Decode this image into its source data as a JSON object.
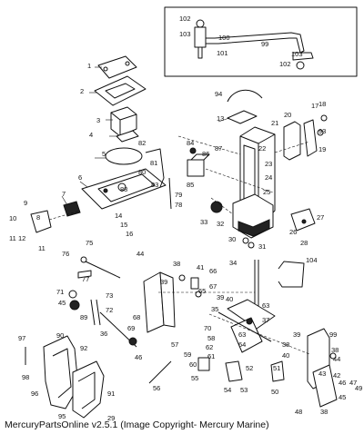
{
  "footer": "MercuryPartsOnline v2.5.1 (Image Copyright- Mercury Marine)",
  "labels": [
    "102",
    "103",
    "100",
    "99",
    "101",
    "103",
    "102",
    "1",
    "2",
    "94",
    "18",
    "17",
    "20",
    "21",
    "3",
    "13",
    "4",
    "93",
    "82",
    "81",
    "80",
    "85",
    "87",
    "84",
    "86",
    "19",
    "22",
    "5",
    "23",
    "24",
    "79",
    "78",
    "6",
    "7",
    "9",
    "8",
    "10",
    "11",
    "12",
    "14",
    "15",
    "16",
    "11",
    "88",
    "83",
    "25",
    "33",
    "32",
    "27",
    "26",
    "28",
    "30",
    "31",
    "75",
    "76",
    "77",
    "34",
    "104",
    "44",
    "38",
    "39",
    "41",
    "65",
    "66",
    "71",
    "45",
    "73",
    "72",
    "89",
    "68",
    "69",
    "67",
    "39",
    "40",
    "63",
    "35",
    "37",
    "36",
    "70",
    "58",
    "64",
    "62",
    "61",
    "63",
    "97",
    "90",
    "92",
    "98",
    "46",
    "96",
    "91",
    "95",
    "29",
    "57",
    "55",
    "60",
    "59",
    "38",
    "40",
    "39",
    "38",
    "52",
    "51",
    "54",
    "53",
    "50",
    "56",
    "43",
    "44",
    "42",
    "46",
    "47",
    "45",
    "49",
    "48",
    "38",
    "99"
  ]
}
